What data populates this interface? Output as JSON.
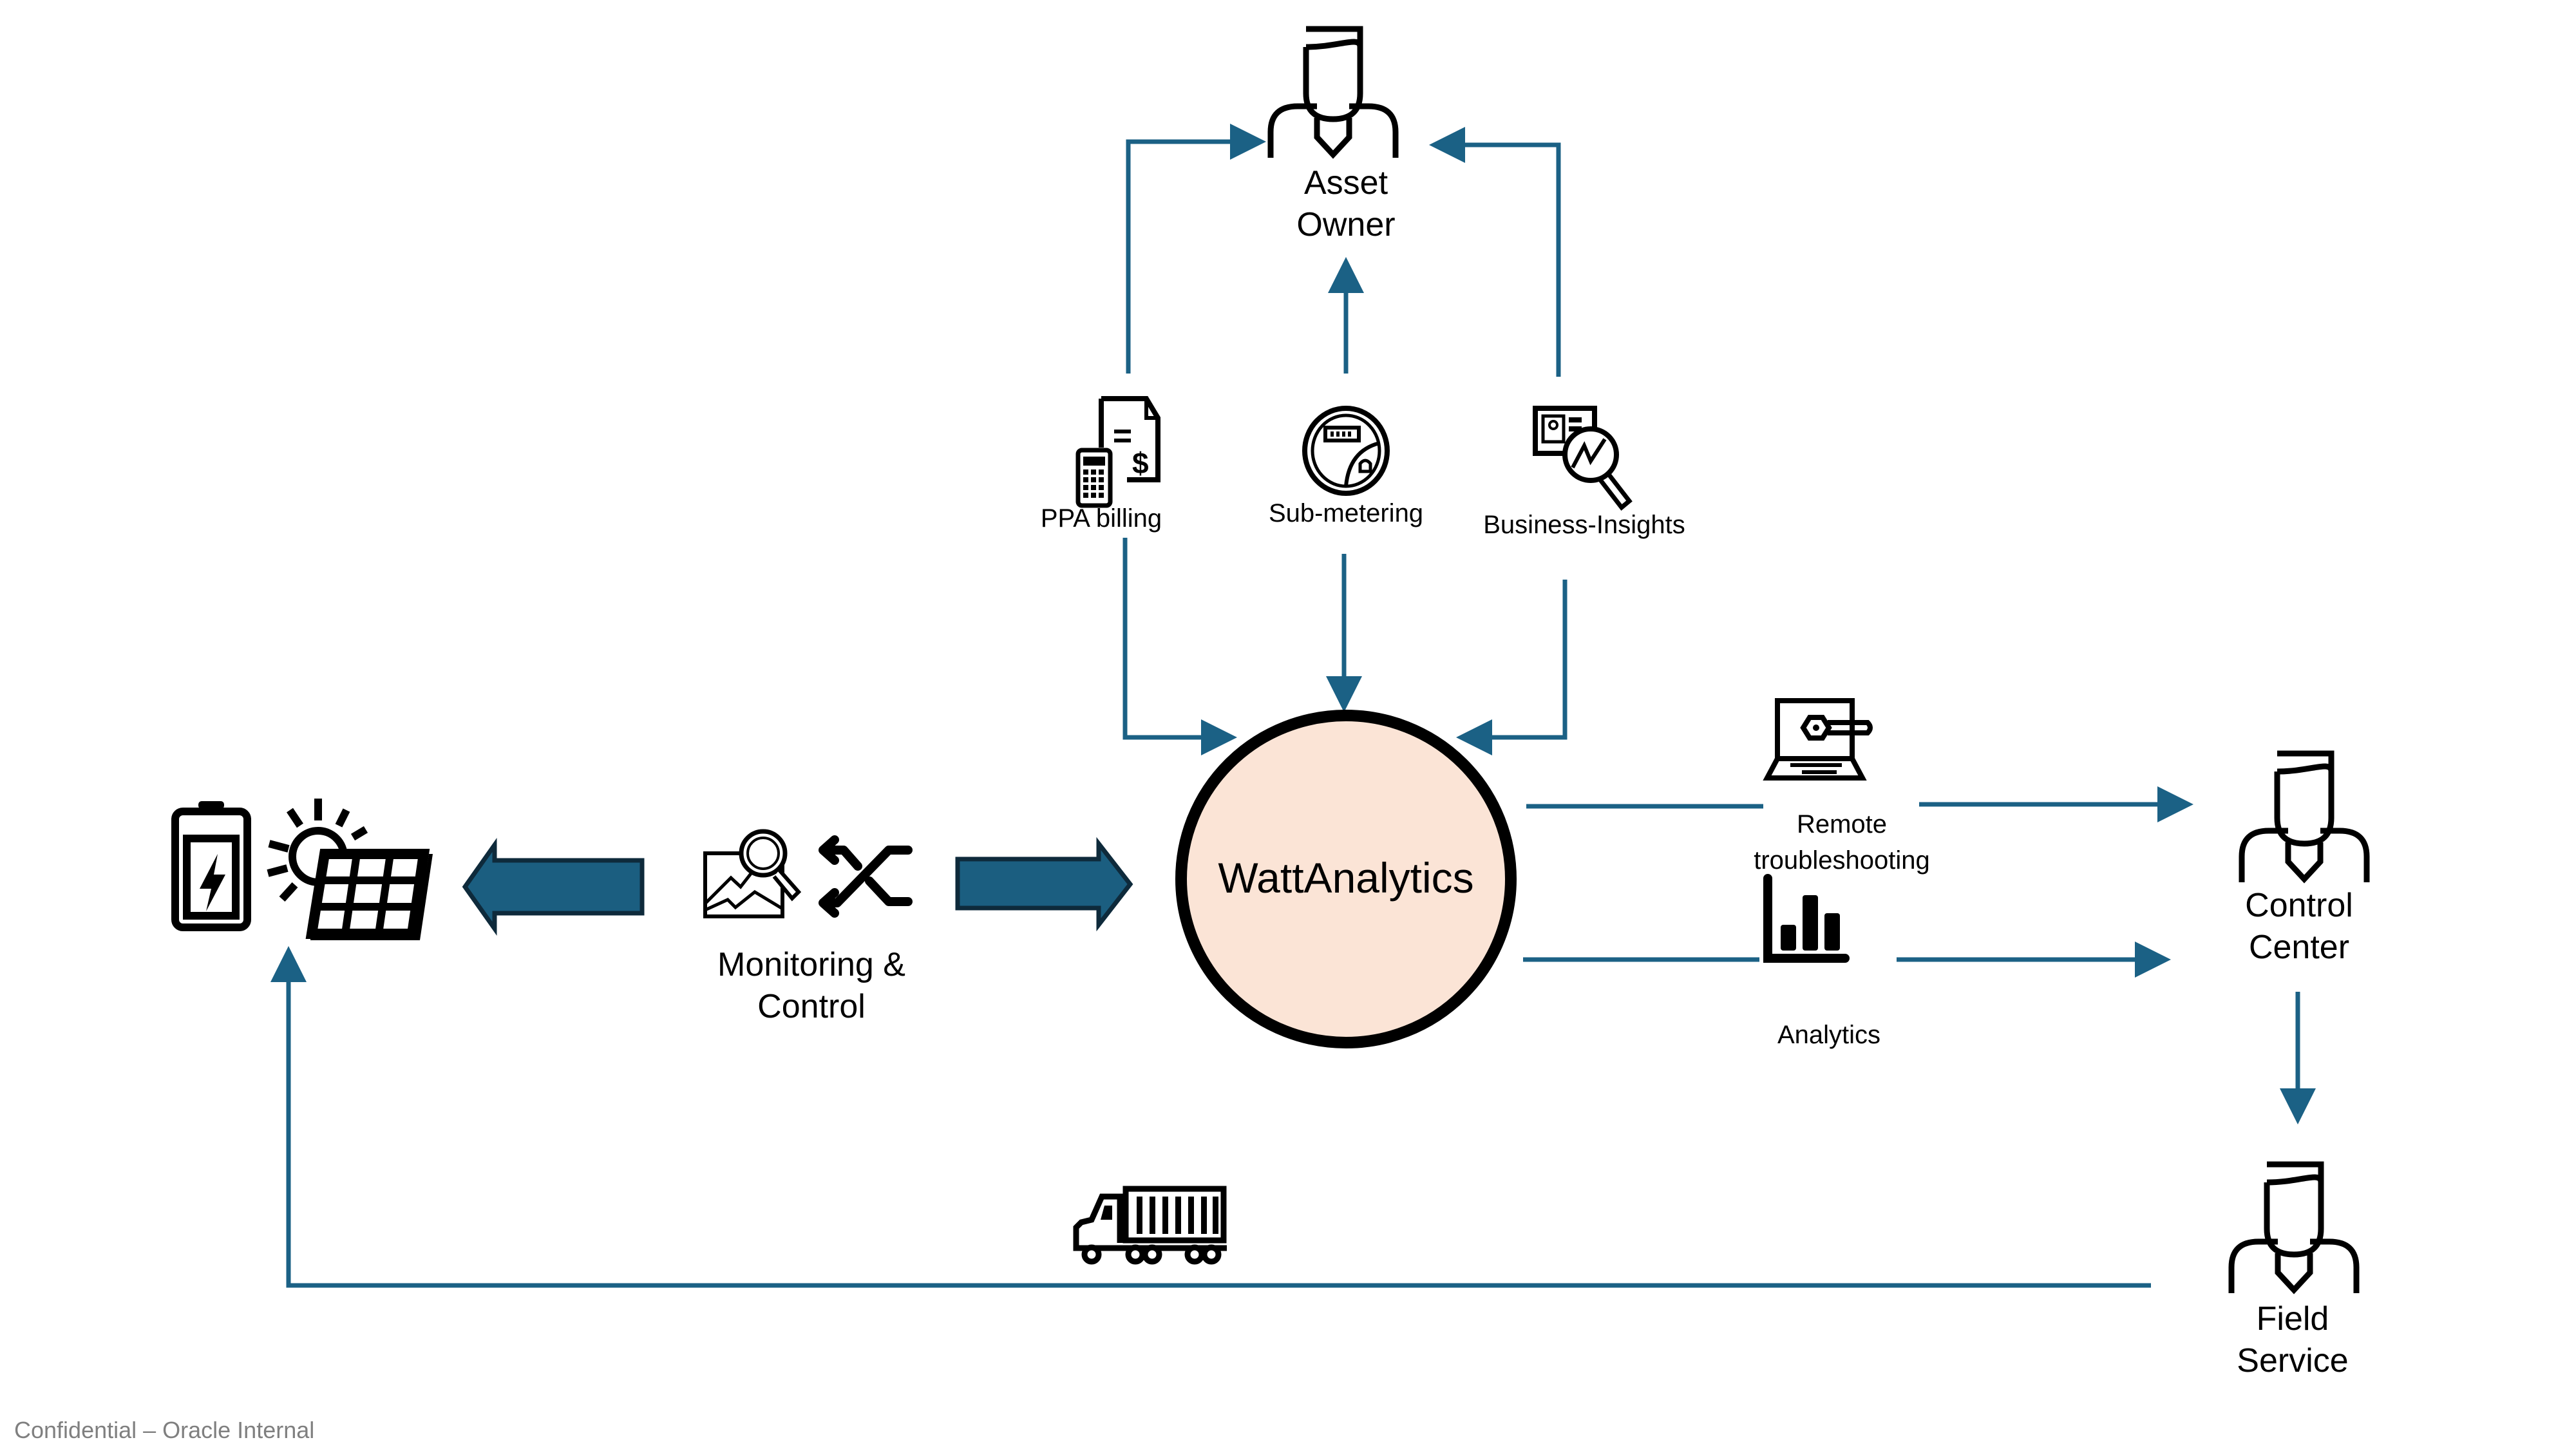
{
  "diagram": {
    "center": {
      "label": "WattAnalytics"
    },
    "actors": {
      "asset_owner": {
        "line1": "Asset",
        "line2": "Owner"
      },
      "control_center": {
        "line1": "Control",
        "line2": "Center"
      },
      "field_service": {
        "line1": "Field",
        "line2": "Service"
      }
    },
    "services": {
      "ppa_billing": {
        "label": "PPA billing",
        "icon": "invoice-calculator-icon"
      },
      "sub_metering": {
        "label": "Sub-metering",
        "icon": "electric-meter-icon"
      },
      "business_insights": {
        "label": "Business-Insights",
        "icon": "report-magnifier-icon"
      },
      "remote_troubleshooting": {
        "line1": "Remote",
        "line2": "troubleshooting",
        "icon": "laptop-wrench-icon"
      },
      "analytics": {
        "label": "Analytics",
        "icon": "bar-chart-icon"
      },
      "monitoring_control": {
        "line1": "Monitoring &",
        "line2": "Control",
        "icons": [
          "chart-magnifier-icon",
          "shuffle-arrows-icon"
        ]
      }
    },
    "assets": {
      "icons": [
        "battery-icon",
        "solar-panel-icon"
      ]
    },
    "transport": {
      "icon": "truck-icon"
    }
  },
  "footer": {
    "text": "Confidential – Oracle Internal"
  },
  "colors": {
    "connector": "#1b6185",
    "block_arrow_fill": "#1b5e80",
    "block_arrow_border": "#0e2a3b",
    "center_fill": "#fbe4d6",
    "center_border": "#000000",
    "footer_text": "#7f7f7f"
  }
}
